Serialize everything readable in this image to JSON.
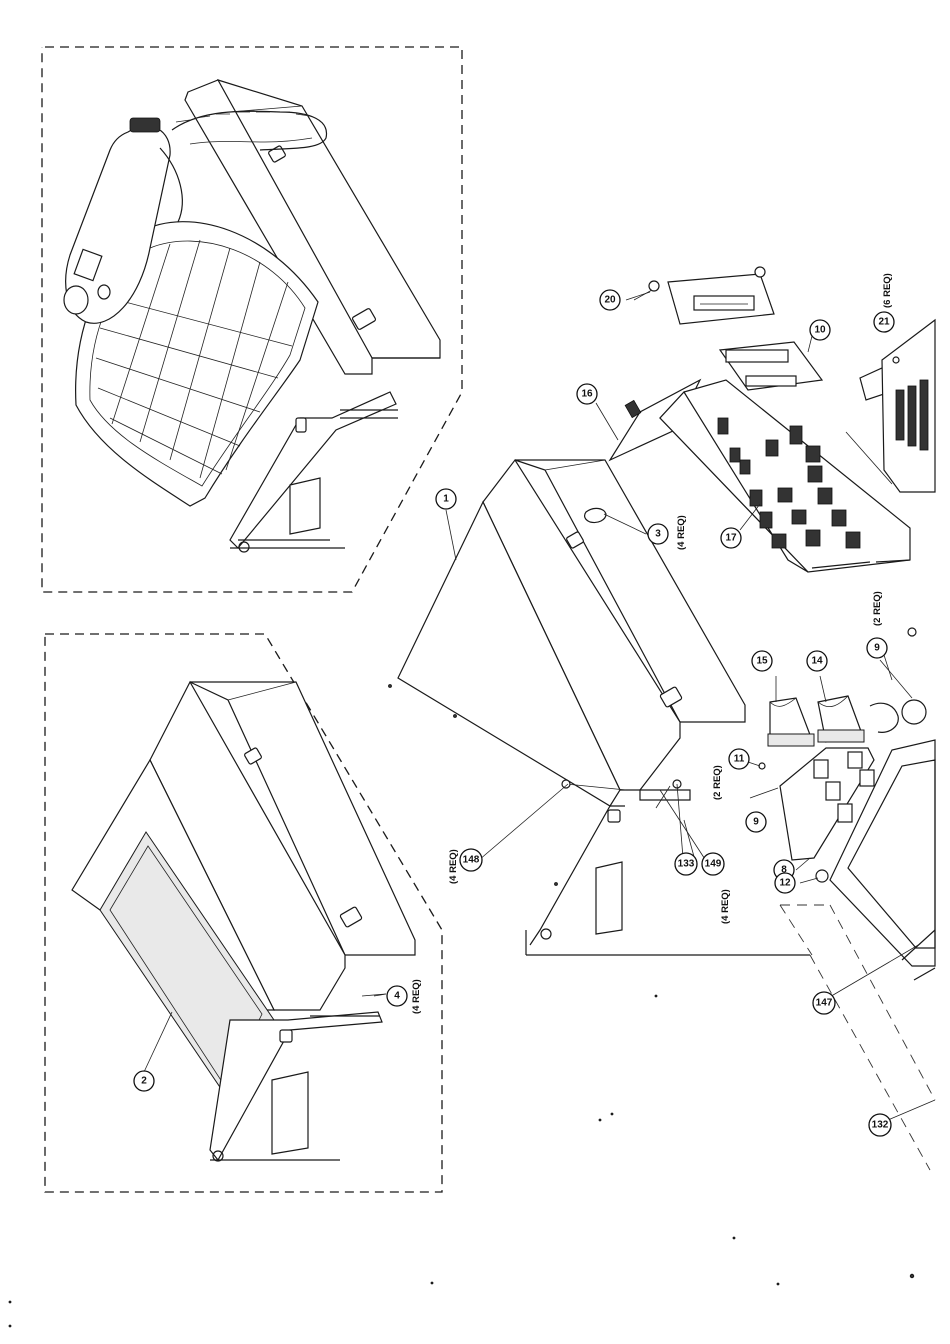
{
  "callouts": [
    {
      "id": "c1",
      "label": "1"
    },
    {
      "id": "c2",
      "label": "2"
    },
    {
      "id": "c3",
      "label": "3"
    },
    {
      "id": "c4",
      "label": "4"
    },
    {
      "id": "c8",
      "label": "8"
    },
    {
      "id": "c9a",
      "label": "9"
    },
    {
      "id": "c9b",
      "label": "9"
    },
    {
      "id": "c10",
      "label": "10"
    },
    {
      "id": "c11",
      "label": "11"
    },
    {
      "id": "c12",
      "label": "12"
    },
    {
      "id": "c14",
      "label": "14"
    },
    {
      "id": "c15",
      "label": "15"
    },
    {
      "id": "c16",
      "label": "16"
    },
    {
      "id": "c17",
      "label": "17"
    },
    {
      "id": "c20",
      "label": "20"
    },
    {
      "id": "c21",
      "label": "21"
    },
    {
      "id": "c132",
      "label": "132"
    },
    {
      "id": "c133",
      "label": "133"
    },
    {
      "id": "c147",
      "label": "147"
    },
    {
      "id": "c148",
      "label": "148"
    },
    {
      "id": "c149",
      "label": "149"
    }
  ],
  "quantities": {
    "q3": "(4 REQ)",
    "q4": "(4 REQ)",
    "q9": "(2 REQ)",
    "q11": "(2 REQ)",
    "q21": "(6 REQ)",
    "q148": "(4 REQ)",
    "q149": "(4 REQ)"
  },
  "colors": {
    "ink": "#1a1a1a",
    "paper": "#ffffff"
  }
}
